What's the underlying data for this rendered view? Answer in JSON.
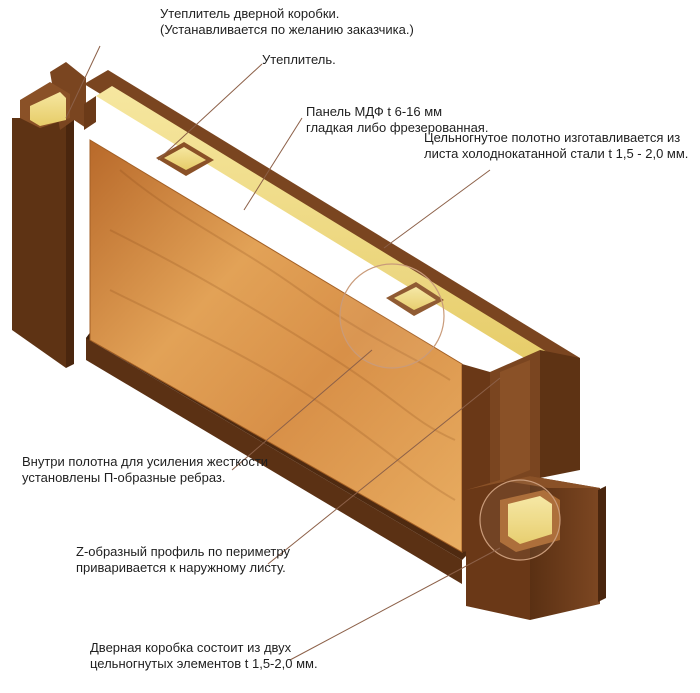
{
  "colors": {
    "frame_dark": "#5e3314",
    "frame_mid": "#7a4520",
    "frame_light": "#955a2d",
    "insulation": "#f0db80",
    "panel_light": "#e4a55a",
    "panel_dark": "#b86d2c",
    "leader": "#8c6048"
  },
  "labels": {
    "frame_insulation": {
      "line1": "Утеплитель дверной коробки.",
      "line2": "(Устанавливается по желанию заказчика.)"
    },
    "insulation": {
      "line1": "Утеплитель."
    },
    "mdf_panel": {
      "line1": "Панель МДФ t 6-16 мм",
      "line2": "гладкая либо фрезерованная."
    },
    "sheet": {
      "line1": "Цельногнутое полотно изготавливается из",
      "line2": "листа холоднокатанной стали t 1,5 - 2,0 мм."
    },
    "ribs": {
      "line1": "Внутри полотна для усиления жесткости",
      "line2": "установлены П-образные ребраз."
    },
    "z_profile": {
      "line1": "Z-образный профиль по периметру",
      "line2": "приваривается к наружному листу."
    },
    "frame": {
      "line1": "Дверная коробка состоит из двух",
      "line2": "цельногнутых элементов t 1,5-2,0 мм."
    }
  }
}
